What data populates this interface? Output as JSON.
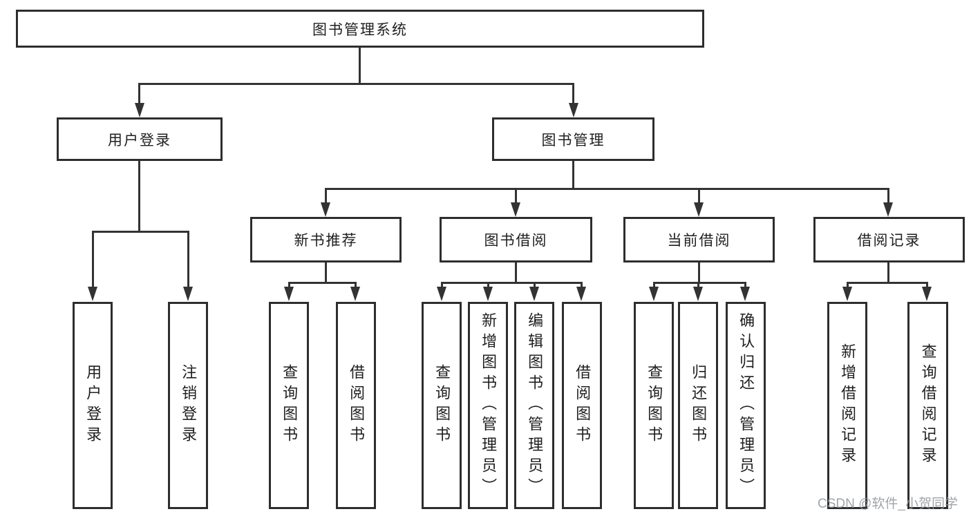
{
  "diagram_title": "图书管理系统",
  "nodes": {
    "root": "图书管理系统",
    "user_login": "用户登录",
    "book_mgmt": "图书管理",
    "new_book_rec": "新书推荐",
    "book_borrow": "图书借阅",
    "current_borrow": "当前借阅",
    "borrow_records": "借阅记录",
    "leaf_user_login": "用户登录",
    "leaf_logout": "注销登录",
    "leaf_nbr_query": "查询图书",
    "leaf_nbr_borrow": "借阅图书",
    "leaf_bb_query": "查询图书",
    "leaf_bb_add": "新增图书（管理员）",
    "leaf_bb_edit": "编辑图书（管理员）",
    "leaf_bb_borrow": "借阅图书",
    "leaf_cb_query": "查询图书",
    "leaf_cb_return": "归还图书",
    "leaf_cb_confirm": "确认归还（管理员）",
    "leaf_br_add": "新增借阅记录",
    "leaf_br_query": "查询借阅记录"
  },
  "watermark": "CSDN @软件_小贺同学",
  "colors": {
    "line": "#333333",
    "box_border": "#2d2d2d",
    "text": "#1f1f1f",
    "watermark": "#8f959b",
    "background": "#ffffff"
  }
}
